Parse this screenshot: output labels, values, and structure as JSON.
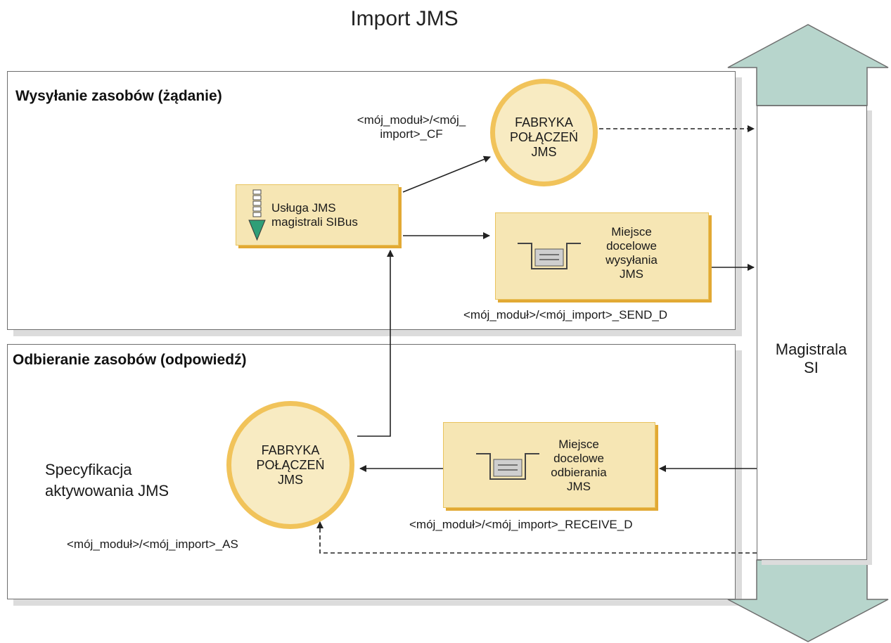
{
  "title": "Import JMS",
  "send_panel": {
    "title": "Wysyłanie zasobów (żądanie)",
    "cf_jndi": "<mój_moduł>/<mój_\nimport>_CF",
    "cf_circle": "FABRYKA\nPOŁĄCZEŃ\nJMS",
    "service_box": "Usługa JMS\nmagistrali SIBus",
    "dest_box": "Miejsce\ndocelowe\nwysyłania\nJMS",
    "dest_jndi": "<mój_moduł>/<mój_import>_SEND_D"
  },
  "receive_panel": {
    "title": "Odbieranie zasobów (odpowiedź)",
    "activation_label": "Specyfikacja\naktywowania JMS",
    "cf_circle": "FABRYKA\nPOŁĄCZEŃ\nJMS",
    "as_jndi": "<mój_moduł>/<mój_import>_AS",
    "dest_box": "Miejsce\ndocelowe\nodbierania\nJMS",
    "dest_jndi": "<mój_moduł>/<mój_import>_RECEIVE_D"
  },
  "bus": {
    "label": "Magistrala\nSI"
  },
  "colors": {
    "box_fill": "#f6e6b4",
    "box_shadow": "#e2a934",
    "circle_ring": "#f1c35a",
    "bus_arrow": "#b7d5cc",
    "download_icon": "#2f9e77"
  }
}
